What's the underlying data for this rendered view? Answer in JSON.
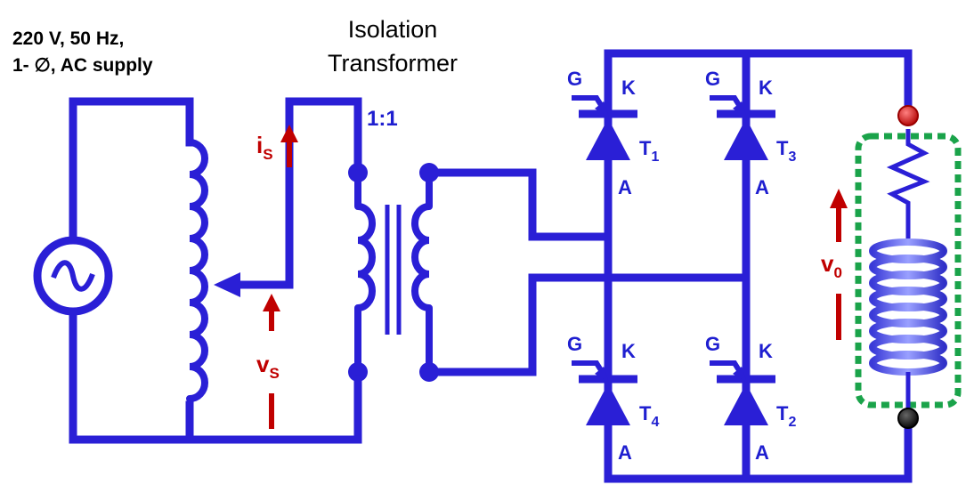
{
  "supply": {
    "line1": "220 V, 50 Hz,",
    "line2": "1- ∅, AC supply"
  },
  "transformer": {
    "title_line1": "Isolation",
    "title_line2": "Transformer",
    "ratio": "1:1"
  },
  "labels": {
    "is_main": "i",
    "is_sub": "S",
    "vs_main": "v",
    "vs_sub": "S",
    "vo_main": "v",
    "vo_sub": "0",
    "gate": "G",
    "cathode": "K",
    "anode": "A"
  },
  "thyristors": [
    {
      "name": "T",
      "sub": "1"
    },
    {
      "name": "T",
      "sub": "3"
    },
    {
      "name": "T",
      "sub": "4"
    },
    {
      "name": "T",
      "sub": "2"
    }
  ],
  "colors": {
    "wire": "#2a1fd6",
    "arrow": "#c00000",
    "load_box": "#1aa34a",
    "coil_light": "#7f86ff",
    "terminal_top": "#d01010",
    "terminal_bottom": "#111111"
  }
}
